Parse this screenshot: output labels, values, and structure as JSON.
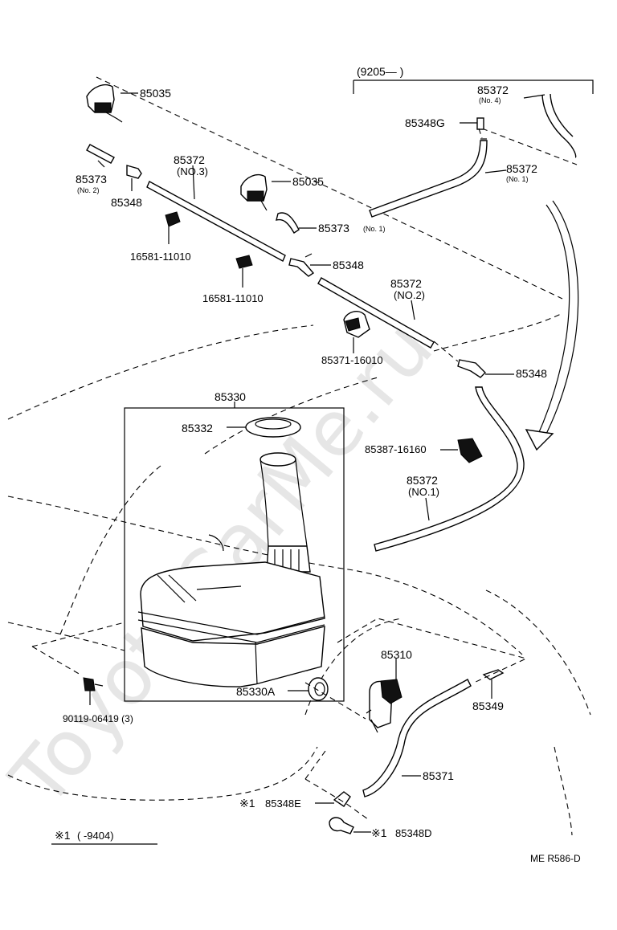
{
  "watermark": "ToyotaCarMe.ru",
  "bracket_range": "(9205—        )",
  "range_note_mark": "※1",
  "range_note_text": "(        -9404)",
  "footer_code": "ME  R586-D",
  "labels": {
    "p85035_top": "85035",
    "p85373_left": "85373",
    "p85373_left_sub": "(No. 2)",
    "p85348_left": "85348",
    "p85372_no3": "85372",
    "p85372_no3_sub": "(NO.3)",
    "p85035_mid": "85035",
    "p16581_a": "16581-11010",
    "p85373_no1": "85373",
    "p85373_no1_sub": "(No. 1)",
    "p16581_b": "16581-11010",
    "p85348_mid": "85348",
    "p85372_no2": "85372",
    "p85372_no2_sub": "(NO.2)",
    "p85371_16010": "85371-16010",
    "p85372_no4": "85372",
    "p85372_no4_sub": "(No. 4)",
    "p85348g": "85348G",
    "p85372_no1_r": "85372",
    "p85372_no1_r_sub": "(No. 1)",
    "p85348_right": "85348",
    "p85330": "85330",
    "p85332": "85332",
    "p85387": "85387-16160",
    "p85372_no1_low": "85372",
    "p85372_no1_low_sub": "(NO.1)",
    "p85310": "85310",
    "p85349": "85349",
    "p85330a": "85330A",
    "p90119": "90119-06419 (3)",
    "p85371": "85371",
    "p85348e_mark": "※1",
    "p85348e": "85348E",
    "p85348d_mark": "※1",
    "p85348d": "85348D"
  }
}
